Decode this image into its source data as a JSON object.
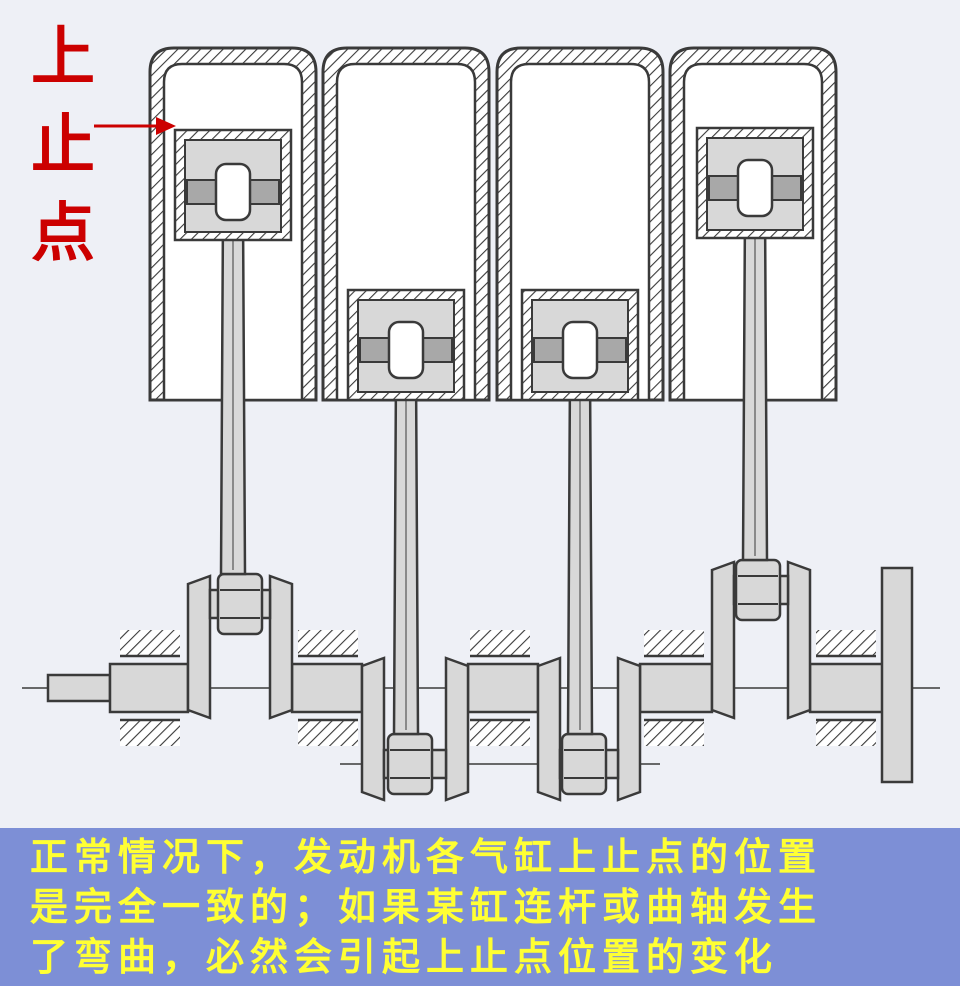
{
  "label": {
    "chars": [
      "上",
      "止",
      "点"
    ]
  },
  "caption": {
    "lines": [
      "正常情况下，发动机各气缸上止点的位置",
      "是完全一致的；如果某缸连杆或曲轴发生",
      "了弯曲，必然会引起上止点位置的变化"
    ]
  },
  "colors": {
    "label_red": "#cc0000",
    "caption_bg": "#7d8fd6",
    "caption_text": "#ffff33",
    "line": "#3a3a3a",
    "fill_light": "#d8d8d8",
    "fill_mid": "#a8a8a8",
    "background": "#eef0f6"
  },
  "icons": {
    "pointer": "arrow-right-icon"
  }
}
